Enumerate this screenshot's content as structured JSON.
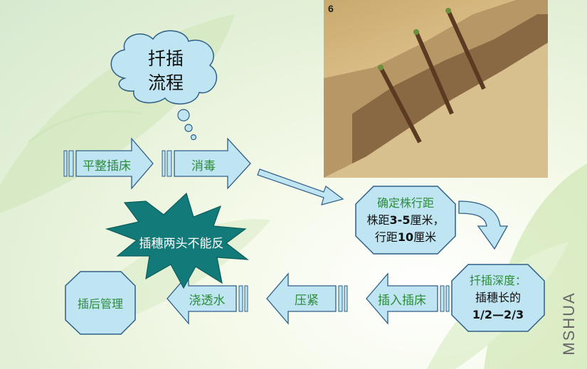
{
  "diagram": {
    "photo_label": "6",
    "cloud_title_line1": "扦插",
    "cloud_title_line2": "流程",
    "step1": "平整插床",
    "step2": "消毒",
    "step3_title": "确定株行距",
    "step3_line2_pre": "株距",
    "step3_line2_bold": "3-5",
    "step3_line2_post": "厘米，",
    "step3_line3_pre": "行距",
    "step3_line3_bold": "10",
    "step3_line3_post": "厘米",
    "step4_title": "扦插深度：",
    "step4_line2": "插穗长的",
    "step4_line3": "1/2—2/3",
    "step5": "插入插床",
    "step6": "压紧",
    "step7": "浇透水",
    "step8": "插后管理",
    "warning": "插穗两头不能反"
  },
  "watermark": "MSHUA",
  "colors": {
    "shape_fill": "#bfe5f3",
    "shape_stroke": "#2f5f88",
    "green_text": "#2c8c3a",
    "starburst_fill": "#127a78"
  }
}
